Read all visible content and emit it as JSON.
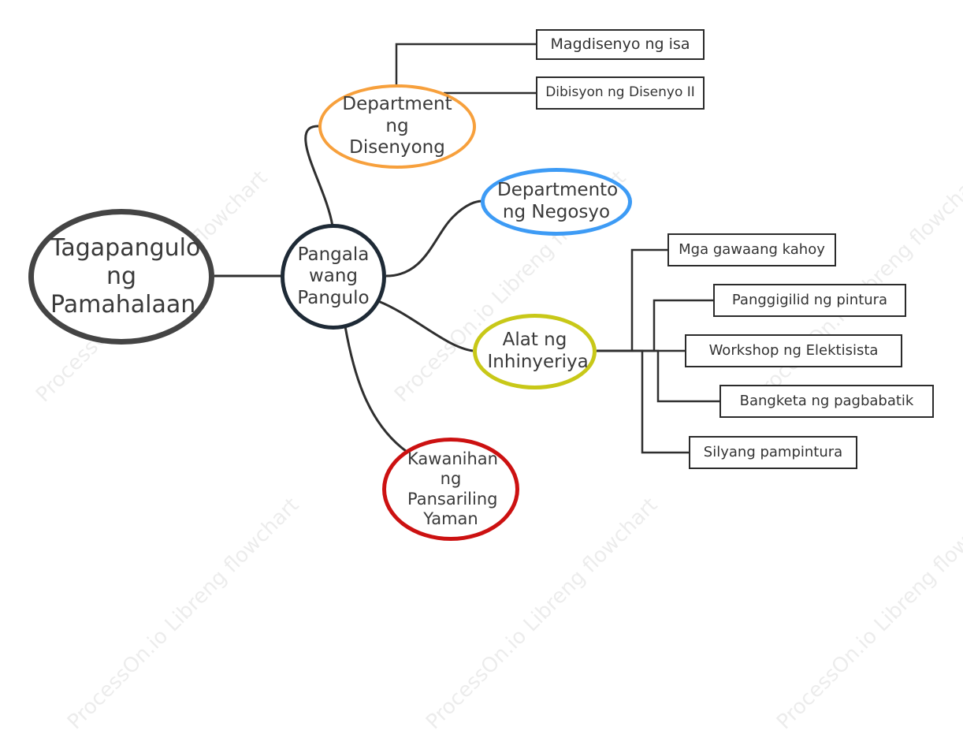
{
  "watermark": "ProcessOn.io Libreng flowchart",
  "root": {
    "label": "Tagapangulo ng Pamahalaan",
    "color": "#444444"
  },
  "center": {
    "label": "Pangala wang Pangulo",
    "color": "#1e2a36"
  },
  "branches": {
    "design": {
      "label": "Department ng Disenyong",
      "color": "#f7a03c",
      "children": [
        "Magdisenyo ng isa",
        "Dibisyon ng Disenyo II"
      ]
    },
    "business": {
      "label": "Departmento ng Negosyo",
      "color": "#3d9bf5"
    },
    "engineering": {
      "label": "Alat ng Inhinyeriya",
      "color": "#c8c818",
      "children": [
        "Mga gawaang kahoy",
        "Panggigilid ng pintura",
        "Workshop ng Elektisista",
        "Bangketa ng pagbabatik",
        "Silyang pampintura"
      ]
    },
    "resources": {
      "label": "Kawanihan ng Pansariling Yaman",
      "color": "#cc1111"
    }
  }
}
